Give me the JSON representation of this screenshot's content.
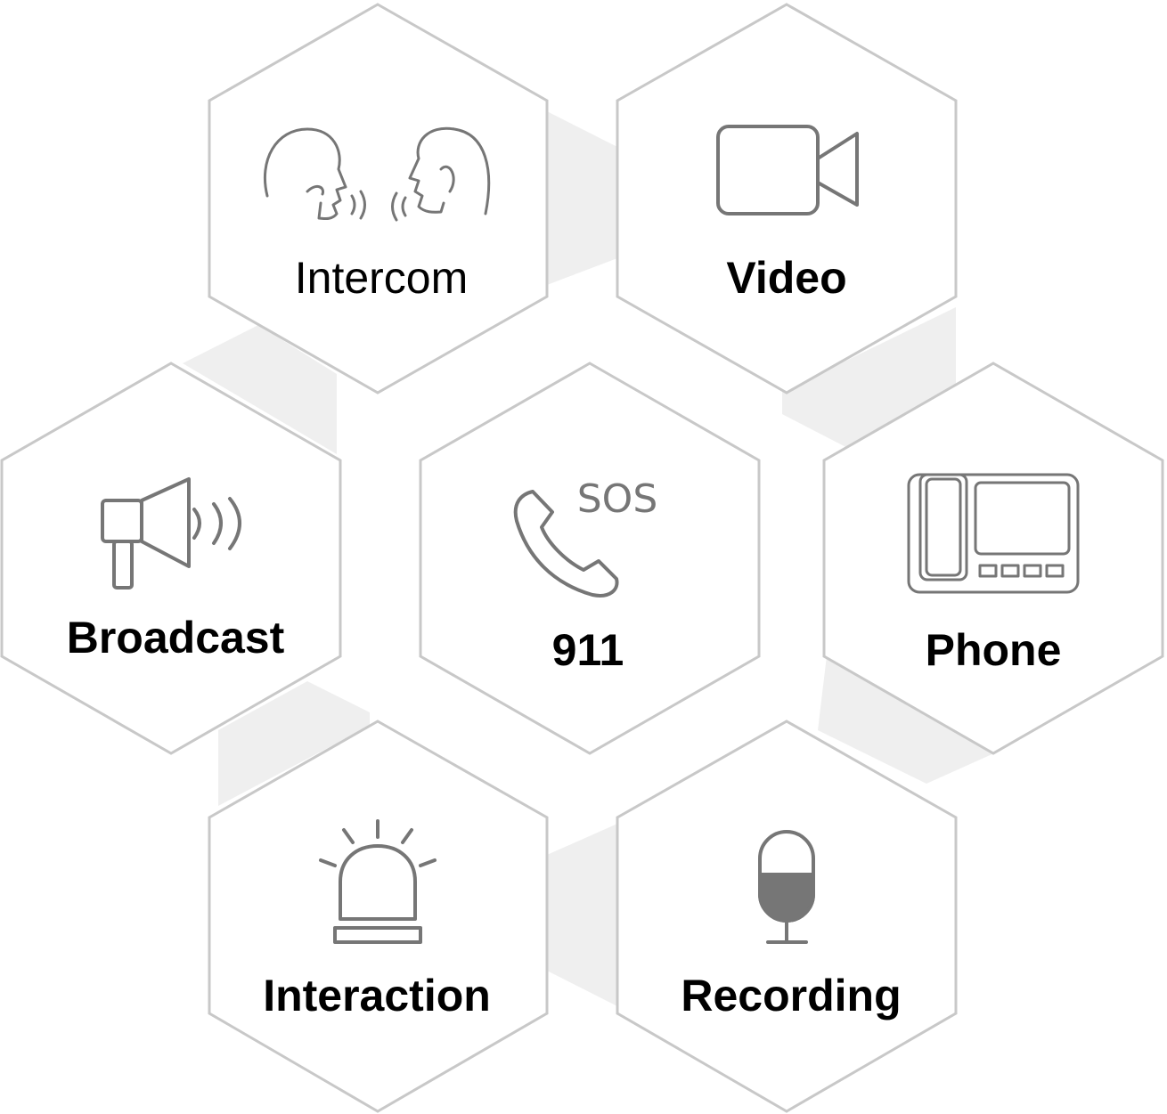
{
  "colors": {
    "hex_stroke": "#c8c8c8",
    "connector": "#efefef",
    "icon": "#767676",
    "text": "#000000"
  },
  "nodes": [
    {
      "id": "intercom",
      "label": "Intercom",
      "icon": "two-heads-talking-icon"
    },
    {
      "id": "video",
      "label": "Video",
      "icon": "video-camera-icon"
    },
    {
      "id": "broadcast",
      "label": "Broadcast",
      "icon": "megaphone-icon"
    },
    {
      "id": "emergency",
      "label": "911",
      "icon": "phone-sos-icon",
      "icon_text": "SOS"
    },
    {
      "id": "phone",
      "label": "Phone",
      "icon": "desk-phone-icon"
    },
    {
      "id": "interaction",
      "label": "Interaction",
      "icon": "alarm-light-icon"
    },
    {
      "id": "recording",
      "label": "Recording",
      "icon": "microphone-icon"
    }
  ]
}
